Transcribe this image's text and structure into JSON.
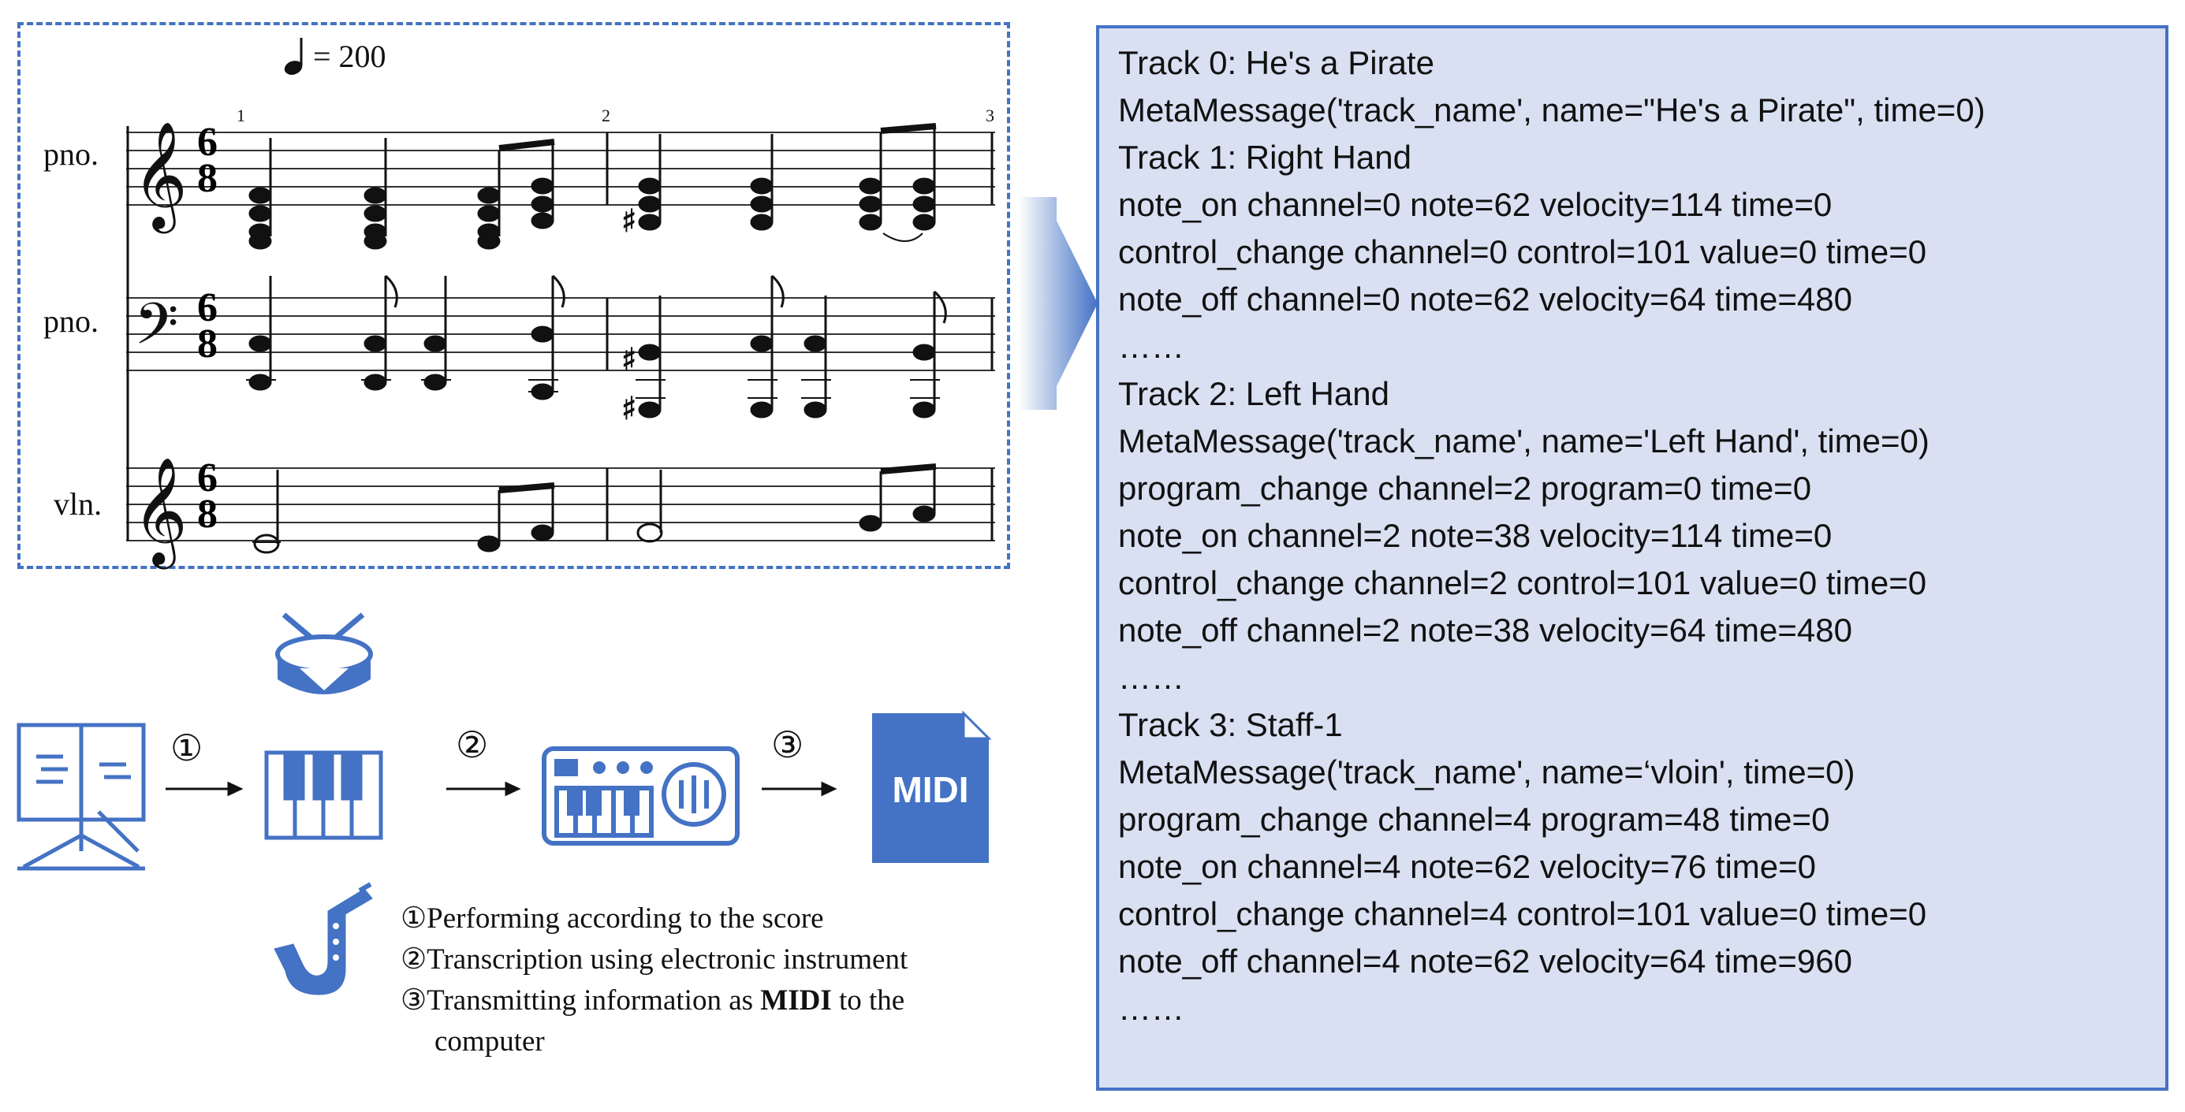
{
  "score": {
    "tempo": "= 200",
    "measure_numbers": [
      "1",
      "2",
      "3"
    ],
    "staves": [
      {
        "label": "pno.",
        "time_signature": [
          "6",
          "8"
        ],
        "clef": "treble"
      },
      {
        "label": "pno.",
        "time_signature": [
          "6",
          "8"
        ],
        "clef": "bass"
      },
      {
        "label": "vln.",
        "time_signature": [
          "6",
          "8"
        ],
        "clef": "treble"
      }
    ]
  },
  "workflow": {
    "steps": [
      "①",
      "②",
      "③"
    ],
    "icons": [
      "score-stand-icon",
      "drum-icon",
      "piano-keys-icon",
      "saxophone-icon",
      "synthesizer-icon",
      "midi-file-icon"
    ],
    "midi_file_label": "MIDI",
    "legend": {
      "line1": "①Performing according to the score",
      "line2": "②Transcription using electronic instrument",
      "line3_prefix": "③Transmitting information as ",
      "line3_bold": "MIDI",
      "line3_suffix": " to the",
      "line4": "computer"
    }
  },
  "midi_listing": {
    "lines": [
      "Track 0: He's a Pirate",
      "MetaMessage('track_name', name=\"He's a Pirate\", time=0)",
      "Track 1: Right Hand",
      "note_on channel=0 note=62 velocity=114 time=0",
      "control_change channel=0 control=101 value=0 time=0",
      "note_off channel=0 note=62 velocity=64 time=480",
      "……",
      "Track 2: Left Hand",
      "MetaMessage('track_name', name='Left Hand', time=0)",
      "program_change channel=2 program=0 time=0",
      "note_on channel=2 note=38 velocity=114 time=0",
      "control_change channel=2 control=101 value=0 time=0",
      "note_off channel=2 note=38 velocity=64 time=480",
      "……",
      "Track 3: Staff-1",
      "MetaMessage('track_name', name=‘vloin', time=0)",
      "program_change channel=4 program=48 time=0",
      "note_on channel=4 note=62 velocity=76 time=0",
      "control_change channel=4 control=101 value=0 time=0",
      "note_off channel=4 note=62 velocity=64 time=960",
      "……"
    ]
  },
  "colors": {
    "accent": "#4472C4",
    "panel_fill": "#D8E0F2",
    "arrow_gradient_start": "#FFFFFF",
    "arrow_gradient_end": "#4472C4"
  }
}
